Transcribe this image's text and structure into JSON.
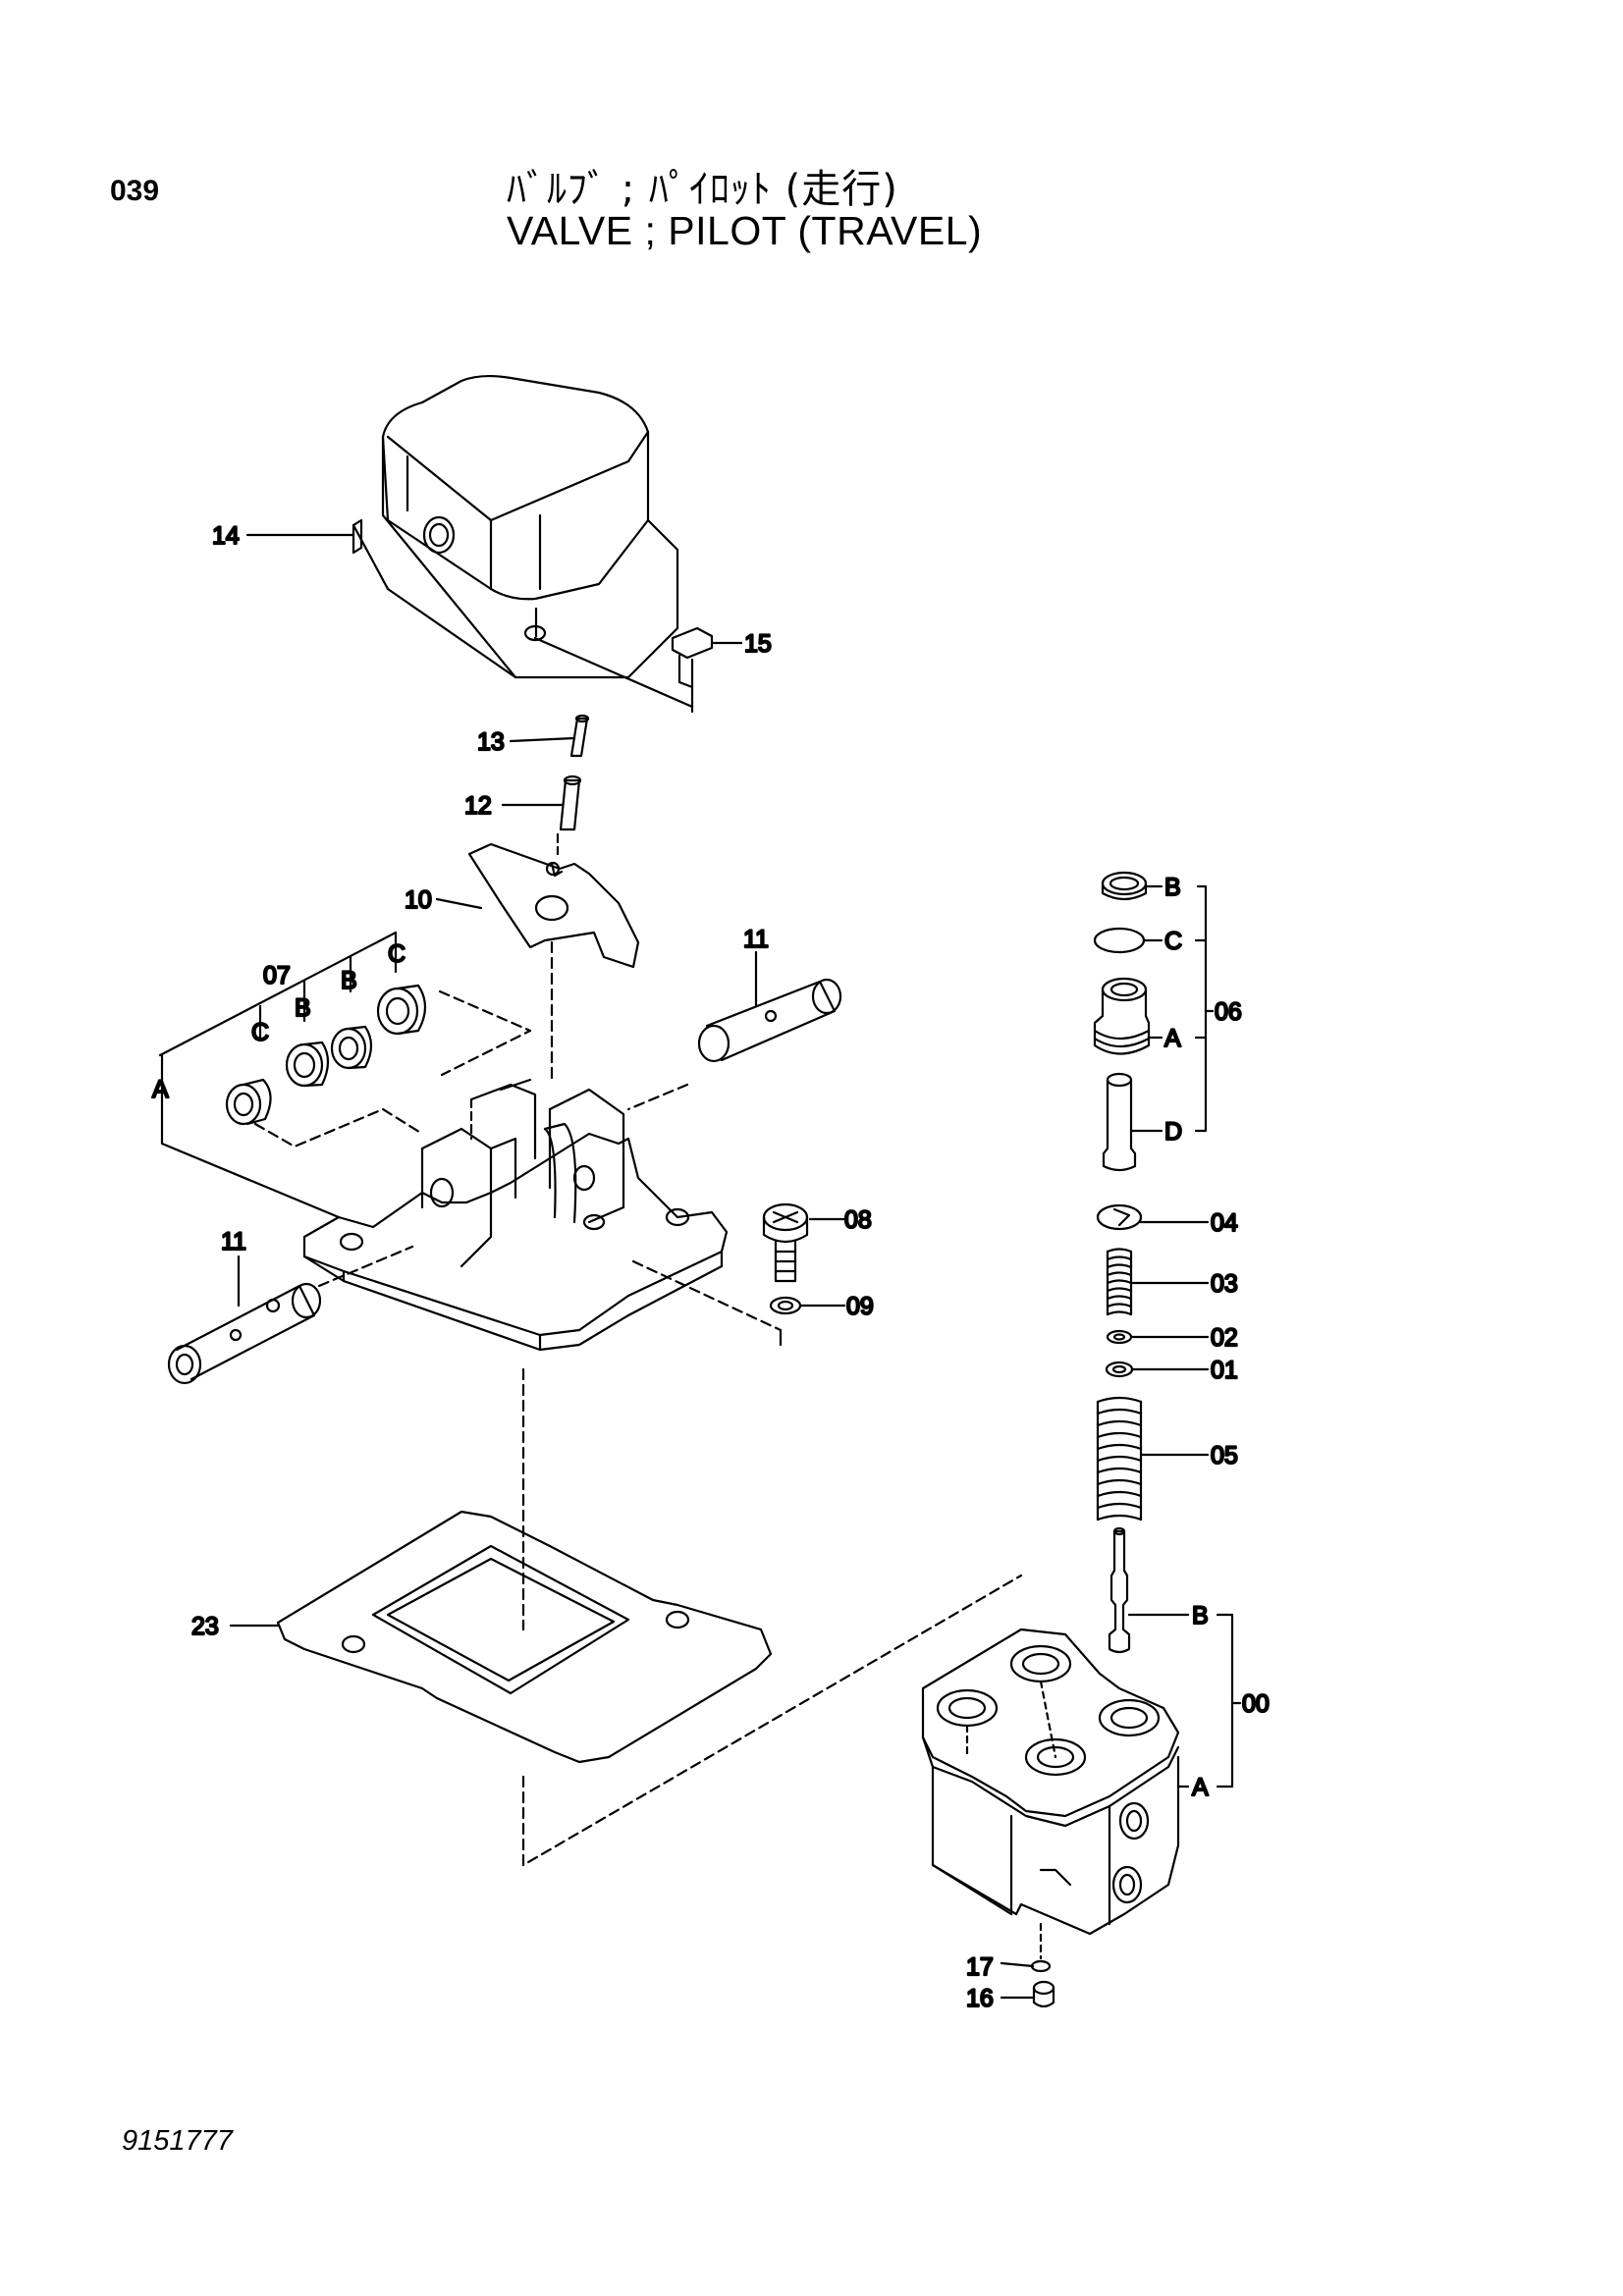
{
  "header": {
    "code": "039",
    "title_jp": "ﾊﾞﾙﾌﾞ ; ﾊﾟｲﾛｯﾄ (走行)",
    "title_en": "VALVE ; PILOT (TRAVEL)"
  },
  "footer": {
    "document_number": "9151777"
  },
  "callouts": {
    "c14": "14",
    "c15": "15",
    "c13": "13",
    "c12": "12",
    "c10": "10",
    "c07": "07",
    "c11a": "11",
    "c11b": "11",
    "c08": "08",
    "c09": "09",
    "c23": "23",
    "c17": "17",
    "c16": "16",
    "c06": "06",
    "c04": "04",
    "c03": "03",
    "c02": "02",
    "c01": "01",
    "c05": "05",
    "c00": "00"
  },
  "sub_labels": {
    "a_left": "A",
    "b_left1": "B",
    "b_left2": "B",
    "c_left1": "C",
    "c_left2": "C",
    "b_06": "B",
    "c_06": "C",
    "a_06": "A",
    "d_06": "D",
    "b_00": "B",
    "a_00": "A"
  }
}
